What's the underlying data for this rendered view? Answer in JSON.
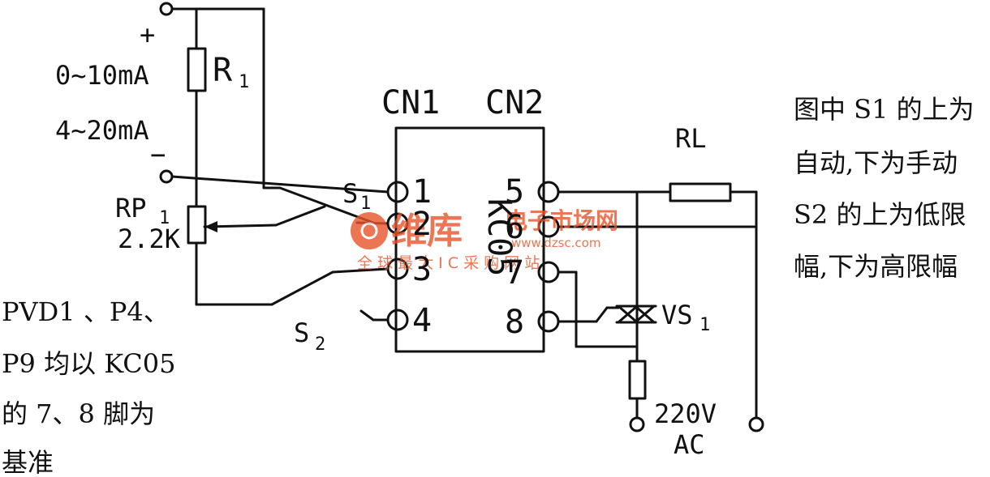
{
  "labels": {
    "plus": "+",
    "minus": "−",
    "range1": "0~10mA",
    "range2": "4~20mA",
    "r1_main": "R",
    "r1_sub": "1",
    "rp1_main": "RP",
    "rp1_sub": "1",
    "rp1_value": "2.2K",
    "cn1": "CN1",
    "cn2": "CN2",
    "chip": "KC05",
    "pin1": "1",
    "pin2": "2",
    "pin3": "3",
    "pin4": "4",
    "pin5": "5",
    "pin6": "6",
    "pin7": "7",
    "pin8": "8",
    "s1_main": "S",
    "s1_sub": "1",
    "s2_main": "S",
    "s2_sub": "2",
    "rl": "RL",
    "vs1_main": "VS",
    "vs1_sub": "1",
    "ac_voltage": "220V",
    "ac": "AC"
  },
  "notes": {
    "right": [
      "图中 S1 的上为",
      "自动,下为手动",
      "S2 的上为低限",
      "幅,下为高限幅"
    ],
    "left": [
      "PVD1 、P4、",
      "P9 均以 KC05",
      "的 7、8 脚为",
      "基准"
    ]
  },
  "watermark": {
    "brand": "维库",
    "title": "电子市场网",
    "url": "www.dzsc.com",
    "tagline": "全 球 最 大 I C 采 购 网 站",
    "color": "#e8542a"
  }
}
